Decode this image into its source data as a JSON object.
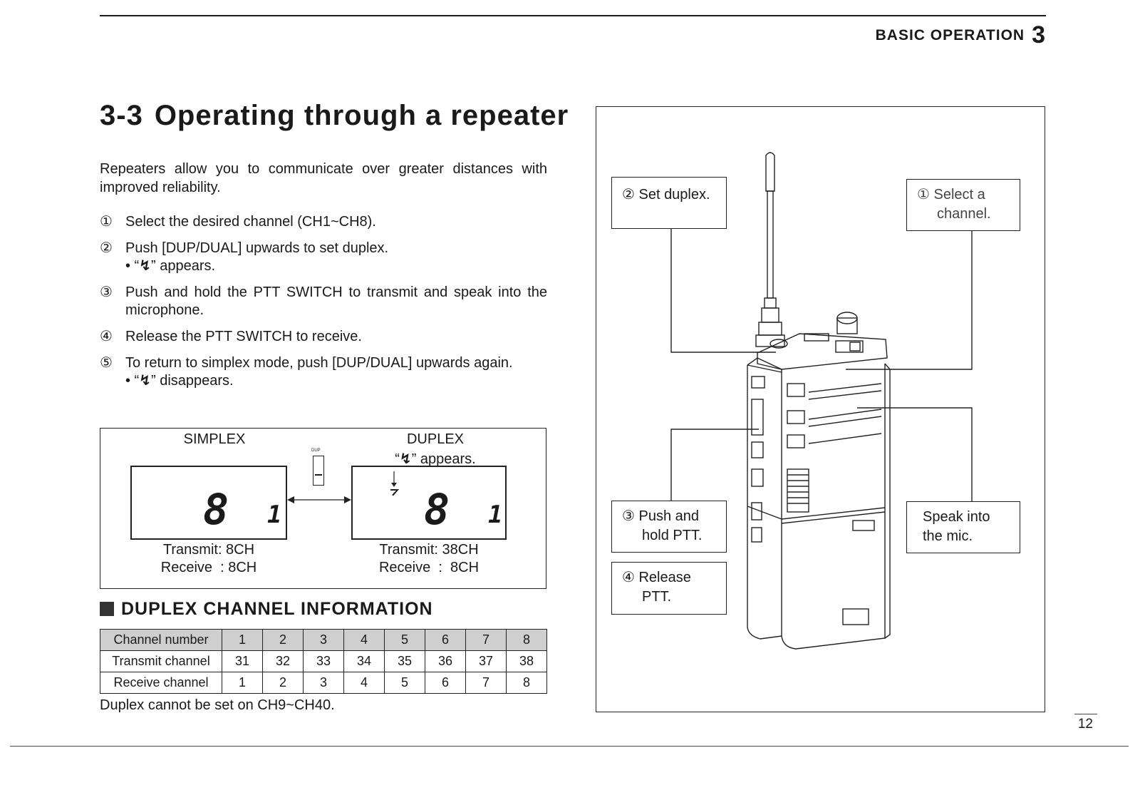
{
  "header": {
    "section_title": "BASIC OPERATION",
    "section_number": "3"
  },
  "title": {
    "number": "3-3",
    "text": "Operating through a repeater"
  },
  "intro": "Repeaters allow you to communicate over greater distances with improved reliability.",
  "steps": [
    {
      "mark": "①",
      "text": "Select the desired channel (CH1~CH8).",
      "note": ""
    },
    {
      "mark": "②",
      "text": "Push [DUP/DUAL] upwards to set duplex.",
      "note_pre": "• “",
      "note_sym": "↯",
      "note_post": "” appears."
    },
    {
      "mark": "③",
      "text": "Push and hold the PTT SWITCH to transmit and speak into the microphone.",
      "note": ""
    },
    {
      "mark": "④",
      "text": "Release the PTT SWITCH to receive.",
      "note": ""
    },
    {
      "mark": "⑤",
      "text": "To return to simplex mode, push [DUP/DUAL] upwards again.",
      "note_pre": "• “",
      "note_sym": "↯",
      "note_post": "” disappears."
    }
  ],
  "display": {
    "simplex": {
      "label": "SIMPLEX",
      "digit": "8",
      "small": "1",
      "transmit": "Transmit: 8CH",
      "receive": "Receive  : 8CH"
    },
    "duplex": {
      "label": "DUPLEX",
      "appears_pre": "“",
      "appears_sym": "↯",
      "appears_post": "” appears.",
      "digit": "8",
      "small": "1",
      "transmit": "Transmit: 38CH",
      "receive": "Receive  :  8CH"
    },
    "switch_label": "DUP"
  },
  "duplex_info": {
    "heading": "DUPLEX CHANNEL INFORMATION",
    "rows": [
      {
        "label": "Channel number",
        "values": [
          "1",
          "2",
          "3",
          "4",
          "5",
          "6",
          "7",
          "8"
        ]
      },
      {
        "label": "Transmit channel",
        "values": [
          "31",
          "32",
          "33",
          "34",
          "35",
          "36",
          "37",
          "38"
        ]
      },
      {
        "label": "Receive channel",
        "values": [
          "1",
          "2",
          "3",
          "4",
          "5",
          "6",
          "7",
          "8"
        ]
      }
    ],
    "footnote": "Duplex cannot be set on CH9~CH40."
  },
  "figure": {
    "callouts": {
      "set_duplex": "② Set duplex.",
      "select_channel_1": "① Select a",
      "select_channel_2": "channel.",
      "push_hold_1": "③ Push and",
      "push_hold_2": "hold PTT.",
      "release_1": "④ Release",
      "release_2": "PTT.",
      "speak_1": "Speak into",
      "speak_2": "the mic."
    }
  },
  "page_number": "12"
}
